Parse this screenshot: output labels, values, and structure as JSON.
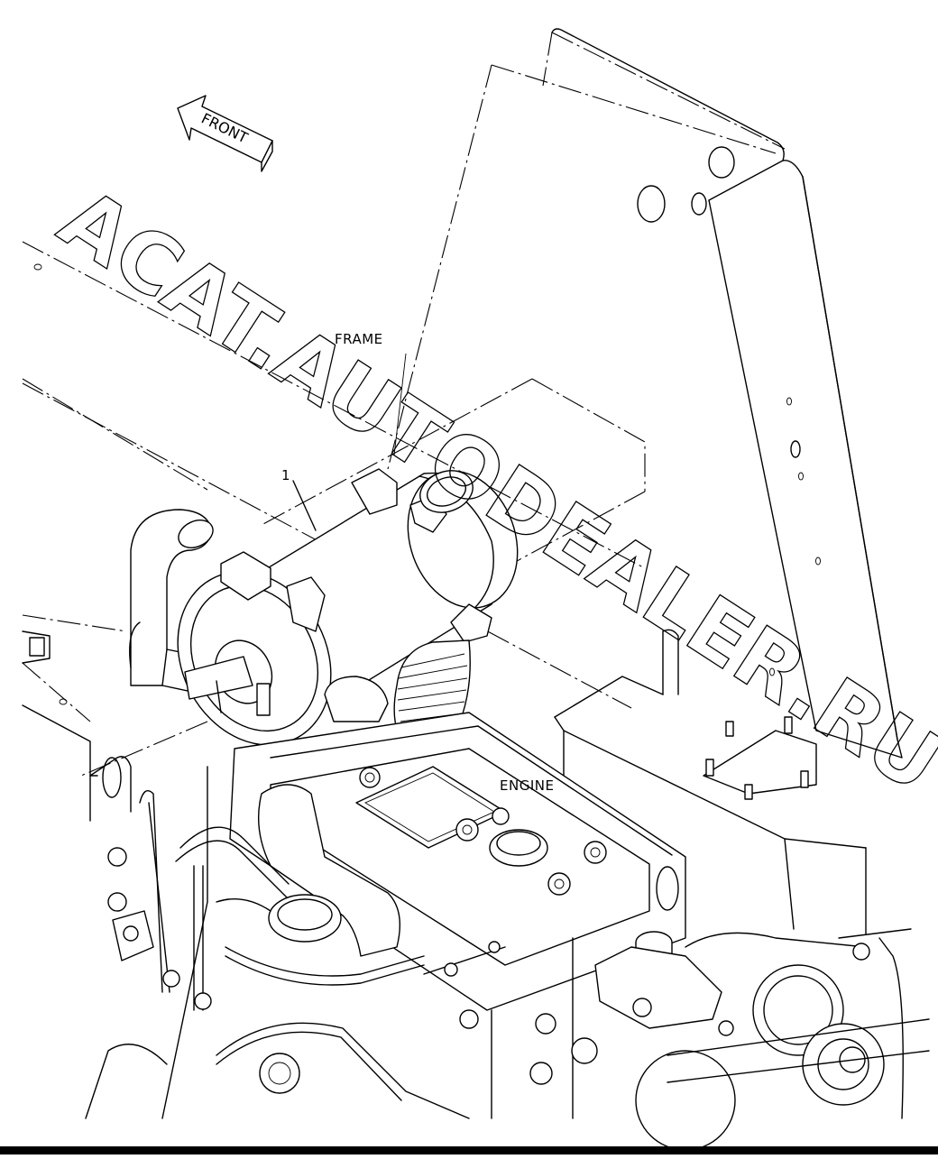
{
  "diagram": {
    "front_arrow_label": "FRONT",
    "frame_label": "FRAME",
    "engine_label": "ENGINE",
    "part_callout": "1",
    "watermark": "ACAT.AUTODEALER.RU"
  }
}
